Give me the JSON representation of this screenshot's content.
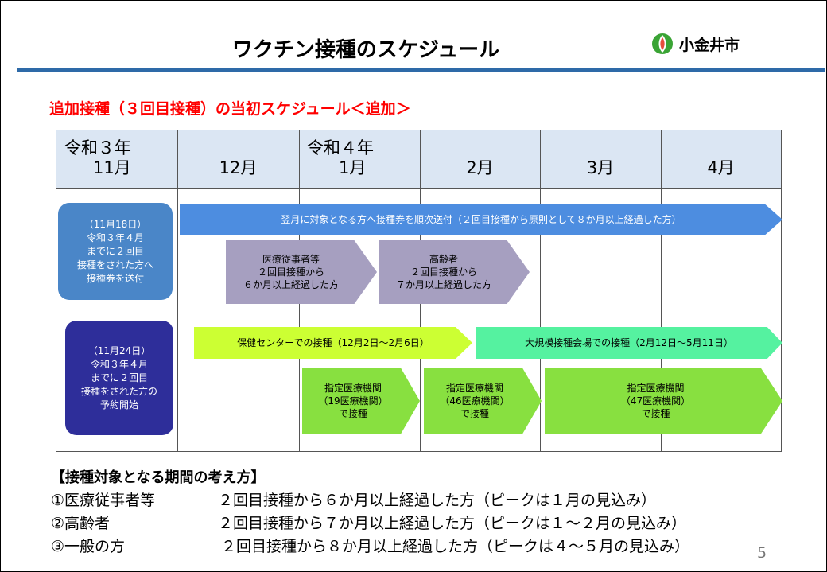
{
  "header": {
    "title": "ワクチン接種のスケジュール",
    "logo_text": "小金井市",
    "colors": {
      "logo_green": "#3aa435",
      "logo_red": "#e74c3c",
      "rule": "#2e6aa8"
    }
  },
  "subtitle": "追加接種（３回目接種）の当初スケジュール＜追加＞",
  "calendar": {
    "months": [
      {
        "line1": "令和３年",
        "line2": "11月"
      },
      {
        "line1": "",
        "line2": "12月"
      },
      {
        "line1": "令和４年",
        "line2": "1月"
      },
      {
        "line1": "",
        "line2": "2月"
      },
      {
        "line1": "",
        "line2": "3月"
      },
      {
        "line1": "",
        "line2": "4月"
      }
    ]
  },
  "events": {
    "box1": "（11月18日）\n令和３年４月\nまでに２回目\n接種をされた方へ\n接種券を送付",
    "box2": "（11月24日）\n令和３年４月\nまでに２回目\n接種をされた方の\n予約開始",
    "voucher_arrow": "翌月に対象となる方へ接種券を順次送付（２回目接種から原則として８か月以上経過した方）",
    "medical_arrow": "医療従事者等\n２回目接種から\n６か月以上経過した方",
    "elderly_arrow": "高齢者\n２回目接種から\n７か月以上経過した方",
    "health_center_arrow": "保健センターでの接種（12月2日～2月6日）",
    "mass_vaccination_arrow": "大規模接種会場での接種（2月12日～5月11日）",
    "clinic_arrow_1": "指定医療機関\n（19医療機関）\nで接種",
    "clinic_arrow_2": "指定医療機関\n（46医療機関）\nで接種",
    "clinic_arrow_3": "指定医療機関\n（47医療機関）\nで接種",
    "colors": {
      "box1": "#4a86c8",
      "box2": "#2e2e9a",
      "voucher": "#4d8de0",
      "purple": "#a69fc0",
      "health_center": "#ccff33",
      "mass": "#55f2a0",
      "clinic": "#88e040"
    }
  },
  "notes": {
    "heading": "【接種対象となる期間の考え方】",
    "rows": [
      {
        "label": "①医療従事者等",
        "text": "２回目接種から６か月以上経過した方（ピークは１月の見込み）"
      },
      {
        "label": "②高齢者",
        "text": "２回目接種から７か月以上経過した方（ピークは１～２月の見込み）"
      },
      {
        "label": "③一般の方",
        "text": "２回目接種から８か月以上経過した方（ピークは４～５月の見込み）"
      }
    ]
  },
  "page_number": "5"
}
